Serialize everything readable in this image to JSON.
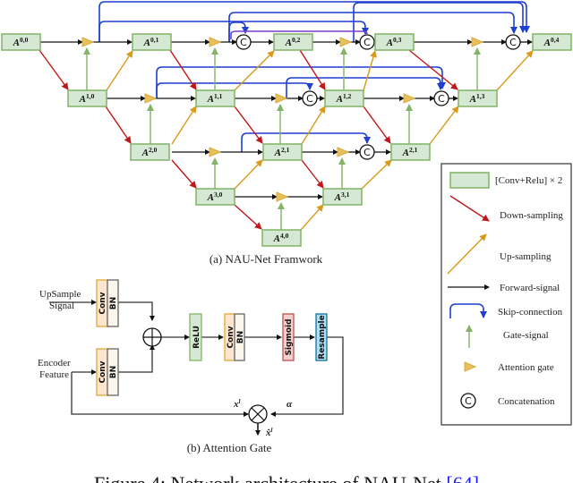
{
  "framework": {
    "caption": "(a) NAU-Net Framwork",
    "nodes": [
      {
        "id": "a00",
        "base": "A",
        "sup": "0,0"
      },
      {
        "id": "a01",
        "base": "A",
        "sup": "0,1"
      },
      {
        "id": "a02",
        "base": "A",
        "sup": "0,2"
      },
      {
        "id": "a03",
        "base": "A",
        "sup": "0,3"
      },
      {
        "id": "a04",
        "base": "A",
        "sup": "0,4"
      },
      {
        "id": "a10",
        "base": "A",
        "sup": "1,0"
      },
      {
        "id": "a11",
        "base": "A",
        "sup": "1,1"
      },
      {
        "id": "a12",
        "base": "A",
        "sup": "1,2"
      },
      {
        "id": "a13",
        "base": "A",
        "sup": "1,3"
      },
      {
        "id": "a20",
        "base": "A",
        "sup": "2,0"
      },
      {
        "id": "a21",
        "base": "A",
        "sup": "2,1"
      },
      {
        "id": "a22",
        "base": "A",
        "sup": "2,1"
      },
      {
        "id": "a30",
        "base": "A",
        "sup": "3,0"
      },
      {
        "id": "a31",
        "base": "A",
        "sup": "3,1"
      },
      {
        "id": "a40",
        "base": "A",
        "sup": "4,0"
      }
    ],
    "concat_symbol": "C"
  },
  "legend": {
    "items": [
      {
        "icon": "conv-block-icon",
        "label": "[Conv+Relu]  ×  2"
      },
      {
        "icon": "down-sampling-arrow-icon",
        "label": "Down-sampling"
      },
      {
        "icon": "up-sampling-arrow-icon",
        "label": "Up-sampling"
      },
      {
        "icon": "forward-arrow-icon",
        "label": "Forward-signal"
      },
      {
        "icon": "skip-connection-icon",
        "label": "Skip-connection"
      },
      {
        "icon": "gate-signal-arrow-icon",
        "label": "Gate-signal"
      },
      {
        "icon": "attention-gate-icon",
        "label": "Attention gate"
      },
      {
        "icon": "concatenation-icon",
        "label": "Concatenation"
      }
    ]
  },
  "attention_gate": {
    "caption": "(b) Attention Gate",
    "inputs": {
      "upsample_line1": "UpSample",
      "upsample_line2": "Signal",
      "encoder_line1": "Encoder",
      "encoder_line2": "Feature"
    },
    "blocks": {
      "conv": "Conv",
      "bn": "BN",
      "relu": "ReLU",
      "sigmoid": "Sigmoid",
      "resample": "Resample"
    },
    "symbols": {
      "x_label": "x",
      "x_sup": "l",
      "alpha": "α",
      "xhat_label": "x̂",
      "xhat_sup": "l"
    }
  },
  "figure_caption": {
    "text": "Figure 4: Network architecture of NAU-Net ",
    "ref": "[64]"
  },
  "colors": {
    "node_fill": "#d5e8d4",
    "node_stroke": "#82b366",
    "down": "#c0171b",
    "up": "#d99a1a",
    "forward": "#111111",
    "skip": "#1f3fd1",
    "gate": "#82b366",
    "attention_gate": "#e8c15e"
  }
}
